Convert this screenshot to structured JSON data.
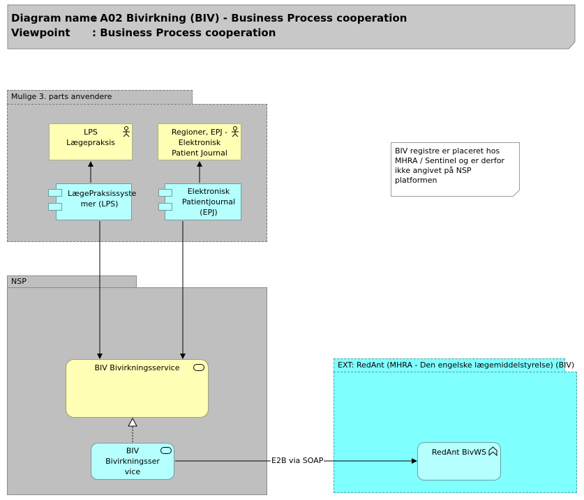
{
  "header": {
    "diagram_key": "Diagram name",
    "diagram_value": ": A02 Bivirkning (BIV) - Business Process cooperation",
    "viewpoint_key": "Viewpoint",
    "viewpoint_value": ": Business Process cooperation"
  },
  "groups": {
    "mulige": {
      "label": "Mulige 3. parts anvendere"
    },
    "nsp": {
      "label": "NSP"
    },
    "ext": {
      "label": "EXT: RedAnt (MHRA - Den engelske lægemiddelstyrelse) (BIV)"
    }
  },
  "elements": {
    "lps_actor": {
      "line1": "LPS",
      "line2": "Lægepraksis"
    },
    "epj_actor": {
      "line1": "Regioner, EPJ -",
      "line2": "Elektronisk",
      "line3": "Patient Journal"
    },
    "lps_system": {
      "line1": "LægePraksissyste",
      "line2": "mer (LPS)"
    },
    "epj_system": {
      "line1": "Elektronisk",
      "line2": "Patientjournal",
      "line3": "(EPJ)"
    },
    "biv_business_service": {
      "label": "BIV Bivirkningsservice"
    },
    "biv_app_service": {
      "line1": "BIV",
      "line2": "Bivirkningsser",
      "line3": "vice"
    },
    "redant": {
      "label": "RedAnt BivWS"
    }
  },
  "note": {
    "line1": "BIV registre er placeret hos",
    "line2": "MHRA / Sentinel og er derfor",
    "line3": "ikke angivet på NSP platformen"
  },
  "edges": {
    "e2b_label": "E2B via SOAP"
  },
  "colors": {
    "group_gray": "#bfbfbf",
    "business_yellow": "#ffffb5",
    "application_cyan": "#b5ffff",
    "external_cyan": "#80ffff"
  }
}
